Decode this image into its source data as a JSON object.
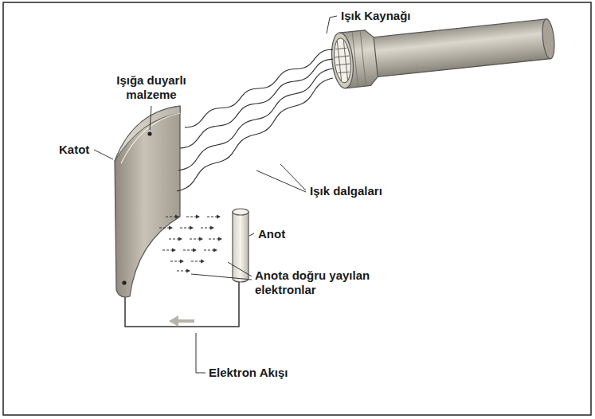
{
  "diagram": {
    "labels": [
      "Işık Kaynağı",
      "Işığa duyarlı malzeme",
      "Katot",
      "Işık dalgaları",
      "Anot",
      "Anota doğru yayılan elektronlar",
      "Elektron Akışı"
    ]
  }
}
